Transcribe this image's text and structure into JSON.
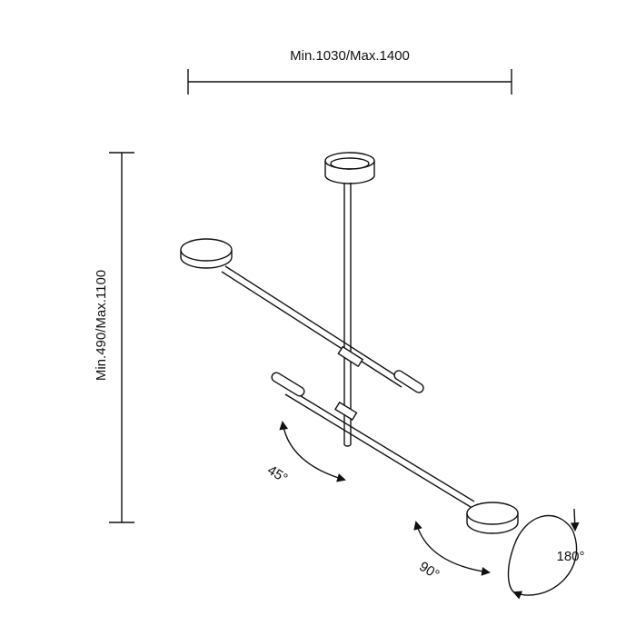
{
  "dimensions": {
    "width_label": "Min.1030/Max.1400",
    "height_label": "Min.490/Max.1100"
  },
  "angles": {
    "arm_tilt": "45°",
    "arm_swing": "90°",
    "head_rotation": "180°"
  },
  "colors": {
    "line": "#111111",
    "background": "#ffffff"
  }
}
